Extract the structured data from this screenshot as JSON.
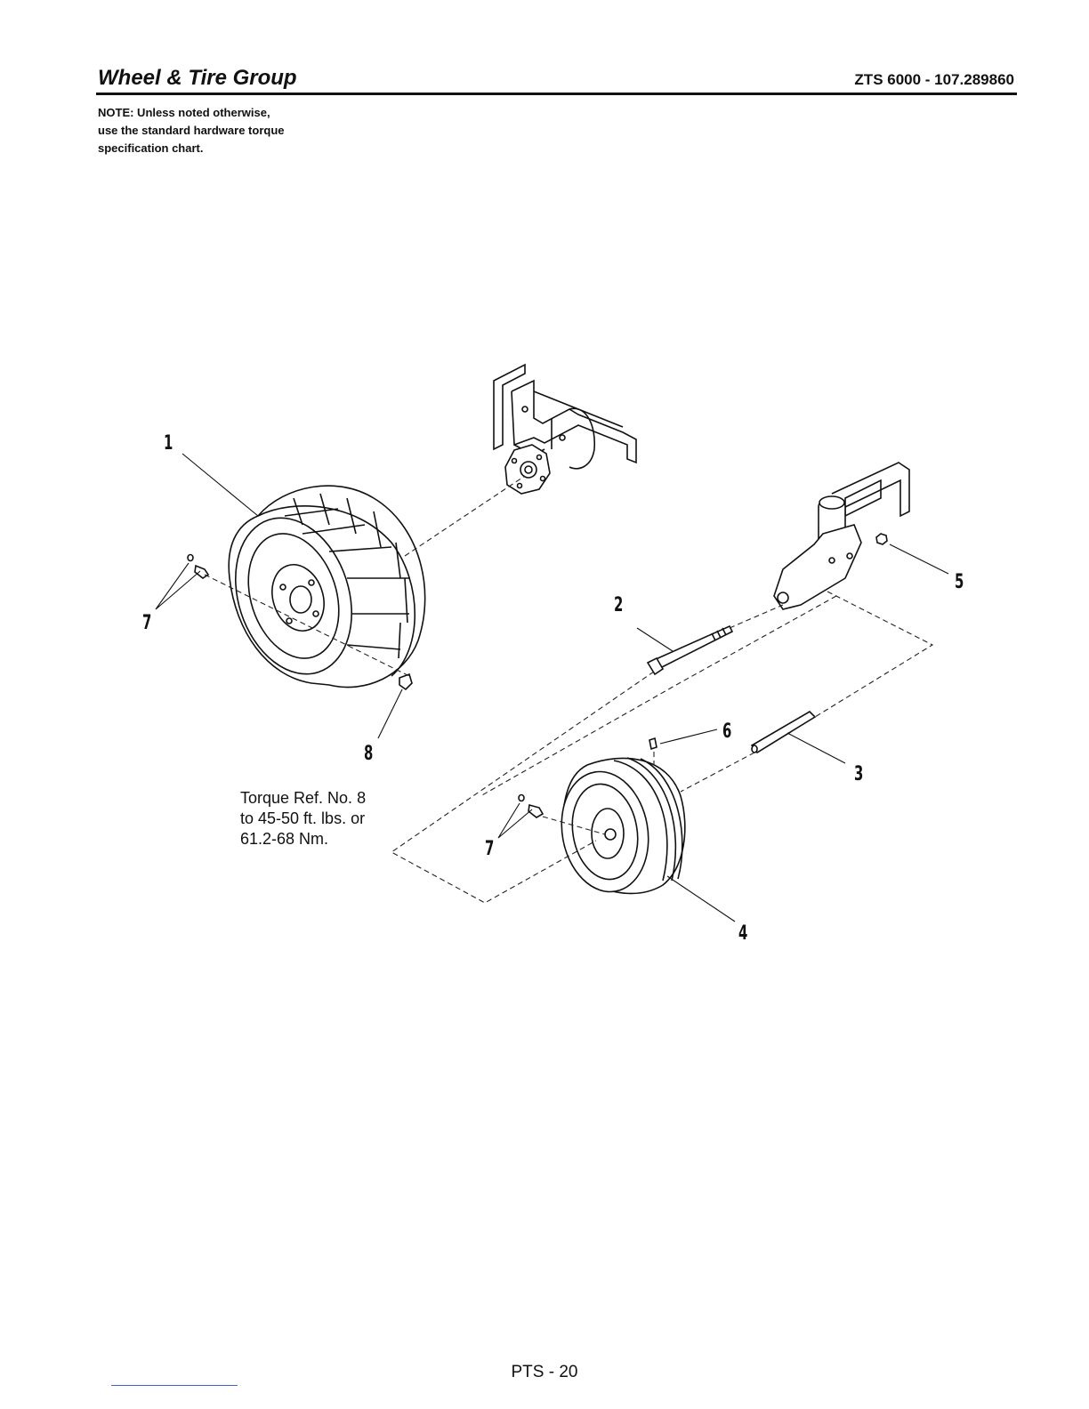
{
  "header": {
    "title": "Wheel & Tire Group",
    "model": "ZTS 6000 - 107.289860"
  },
  "note": "NOTE: Unless noted otherwise,\nuse the standard hardware torque\nspecification chart.",
  "torque_note": "Torque Ref. No. 8\nto 45-50 ft. lbs. or\n61.2-68 Nm.",
  "callouts": {
    "c1": "1",
    "c2": "2",
    "c3": "3",
    "c4": "4",
    "c5": "5",
    "c6": "6",
    "c7a": "7",
    "c7b": "7",
    "c8": "8"
  },
  "footer": {
    "page": "PTS - 20"
  }
}
